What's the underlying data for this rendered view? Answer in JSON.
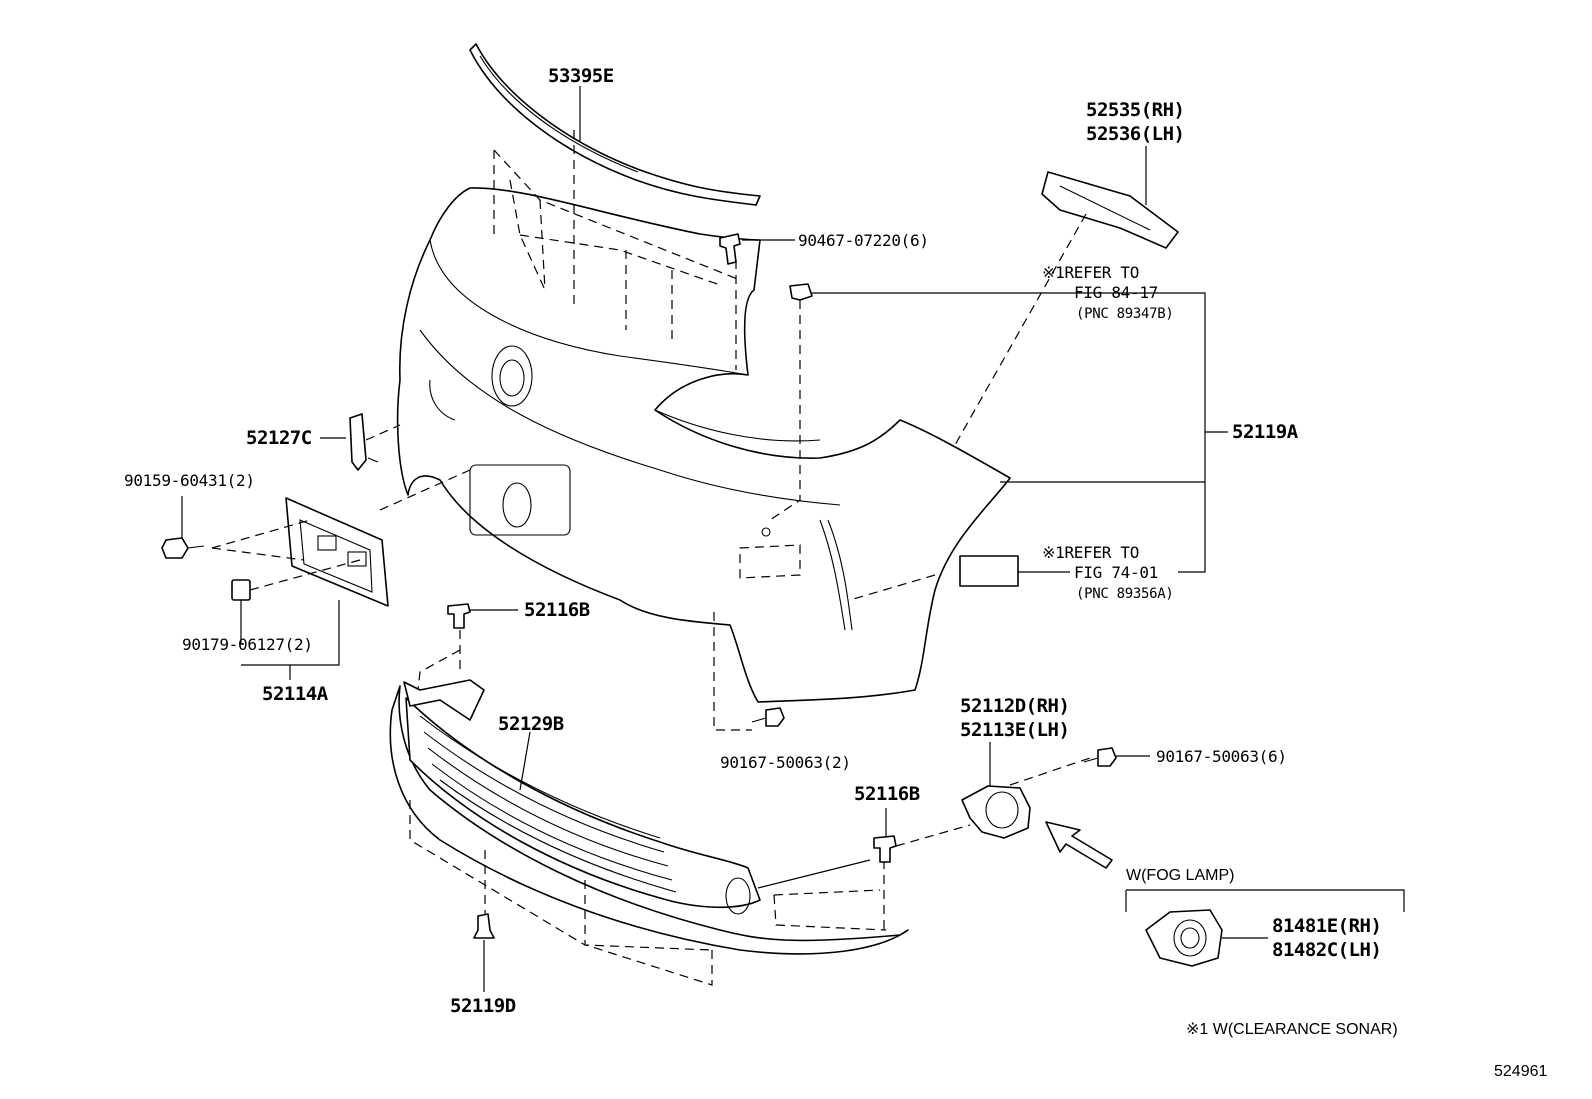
{
  "labels": {
    "p53395E": "53395E",
    "p52535": "52535(RH)",
    "p52536": "52536(LH)",
    "p90467": "90467-07220(6)",
    "note1_line1": "※1REFER TO",
    "note1_line2": "FIG 84-17",
    "note1_line3": "(PNC 89347B)",
    "p52119A": "52119A",
    "p52127C": "52127C",
    "p90159": "90159-60431(2)",
    "note2_line1": "※1REFER TO",
    "note2_line2": "FIG 74-01",
    "note2_line3": "(PNC 89356A)",
    "p52116B_top": "52116B",
    "p90179": "90179-06127(2)",
    "p52114A": "52114A",
    "p52129B": "52129B",
    "p52112D": "52112D(RH)",
    "p52113E": "52113E(LH)",
    "p90167_right": "90167-50063(6)",
    "p90167_mid": "90167-50063(2)",
    "p52116B_bottom": "52116B",
    "fog_title": "W(FOG LAMP)",
    "p81481E": "81481E(RH)",
    "p81482C": "81482C(LH)",
    "p52119D": "52119D",
    "footnote": "※1 W(CLEARANCE SONAR)",
    "figure_no": "524961"
  }
}
